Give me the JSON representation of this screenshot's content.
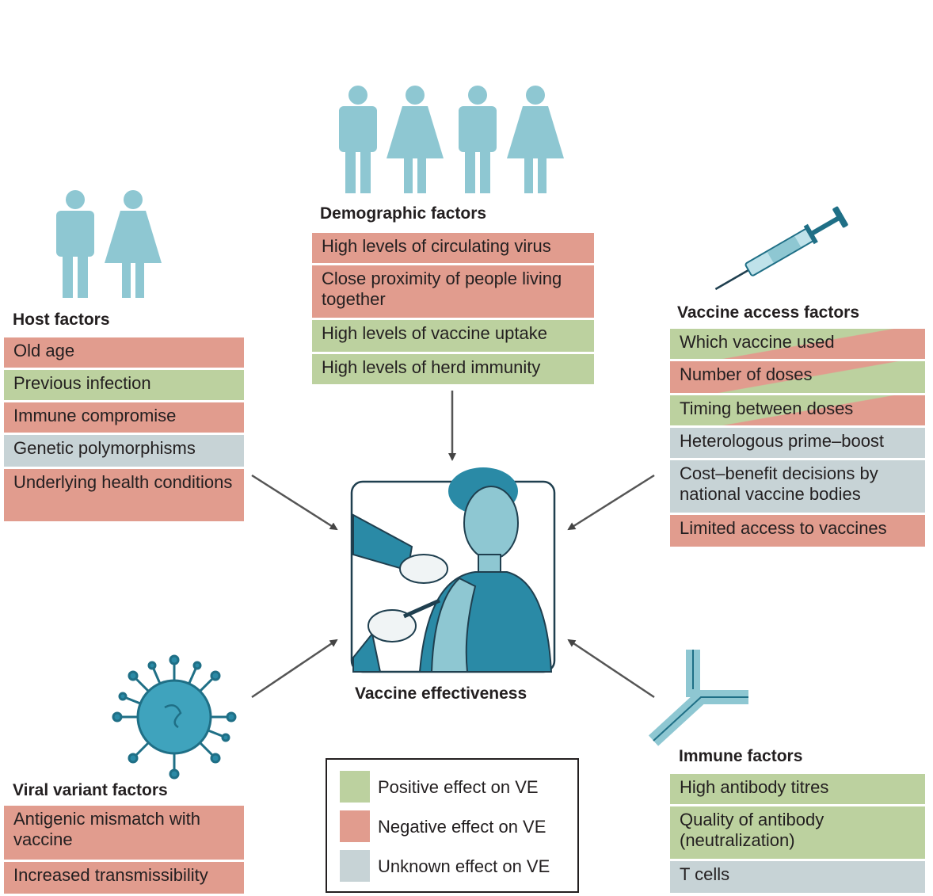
{
  "demographic": {
    "title": "Demographic factors",
    "items": [
      {
        "text": "High levels of circulating virus",
        "effect": "negative"
      },
      {
        "text": "Close proximity of people living together",
        "effect": "negative"
      },
      {
        "text": "High levels of vaccine uptake",
        "effect": "positive"
      },
      {
        "text": "High levels of herd immunity",
        "effect": "positive"
      }
    ]
  },
  "host": {
    "title": "Host factors",
    "items": [
      {
        "text": "Old age",
        "effect": "negative"
      },
      {
        "text": "Previous infection",
        "effect": "positive"
      },
      {
        "text": "Immune compromise",
        "effect": "negative"
      },
      {
        "text": "Genetic polymorphisms",
        "effect": "unknown"
      },
      {
        "text": "Underlying health conditions",
        "effect": "negative"
      }
    ]
  },
  "vaccine_access": {
    "title": "Vaccine access factors",
    "items": [
      {
        "text": "Which vaccine used",
        "effect": "mixed"
      },
      {
        "text": "Number of doses",
        "effect": "mixed"
      },
      {
        "text": "Timing between doses",
        "effect": "mixed"
      },
      {
        "text": "Heterologous prime–boost",
        "effect": "unknown"
      },
      {
        "text": "Cost–benefit decisions by national vaccine bodies",
        "effect": "unknown"
      },
      {
        "text": "Limited access to vaccines",
        "effect": "negative"
      }
    ]
  },
  "viral_variant": {
    "title": "Viral variant factors",
    "items": [
      {
        "text": "Antigenic mismatch with vaccine",
        "effect": "negative"
      },
      {
        "text": "Increased transmissibility",
        "effect": "negative"
      }
    ]
  },
  "immune": {
    "title": "Immune factors",
    "items": [
      {
        "text": "High antibody titres",
        "effect": "positive"
      },
      {
        "text": "Quality of antibody (neutralization)",
        "effect": "positive"
      },
      {
        "text": "T cells",
        "effect": "unknown"
      }
    ]
  },
  "center": {
    "label": "Vaccine effectiveness",
    "icon": "vaccination-icon"
  },
  "legend": {
    "positive": "Positive effect on VE",
    "negative": "Negative effect on VE",
    "unknown": "Unknown effect on VE"
  },
  "colors": {
    "positive": "#bcd19f",
    "negative": "#e19c8e",
    "unknown": "#c7d3d6",
    "icon": "#8ec7d2",
    "icon_dark": "#1f6f86"
  },
  "icons": [
    "people-icon",
    "syringe-icon",
    "virus-icon",
    "antibody-icon"
  ]
}
